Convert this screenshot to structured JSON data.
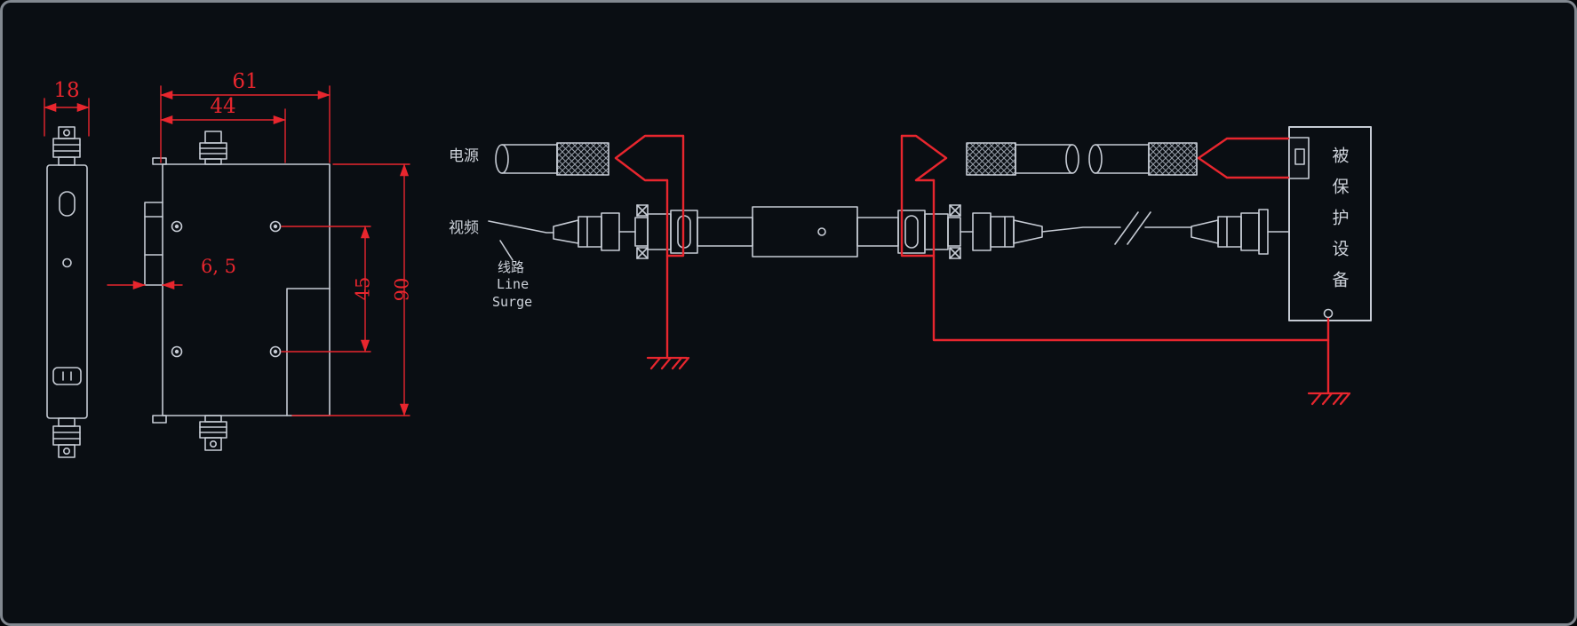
{
  "dimensions": {
    "side_width": "18",
    "front_width": "61",
    "mount_width": "44",
    "clip_depth": "6, 5",
    "hole_pitch": "45",
    "height": "90"
  },
  "wiring": {
    "power_label": "电源",
    "video_label": "视频",
    "line_label_cn": "线路",
    "line_label_en": "Line",
    "surge_label": "Surge",
    "protected_device_label": "被保护设备"
  },
  "colors": {
    "background": "#0a0e13",
    "line": "#c6cbd4",
    "accent_red": "#e8262e",
    "border": "#828890"
  }
}
